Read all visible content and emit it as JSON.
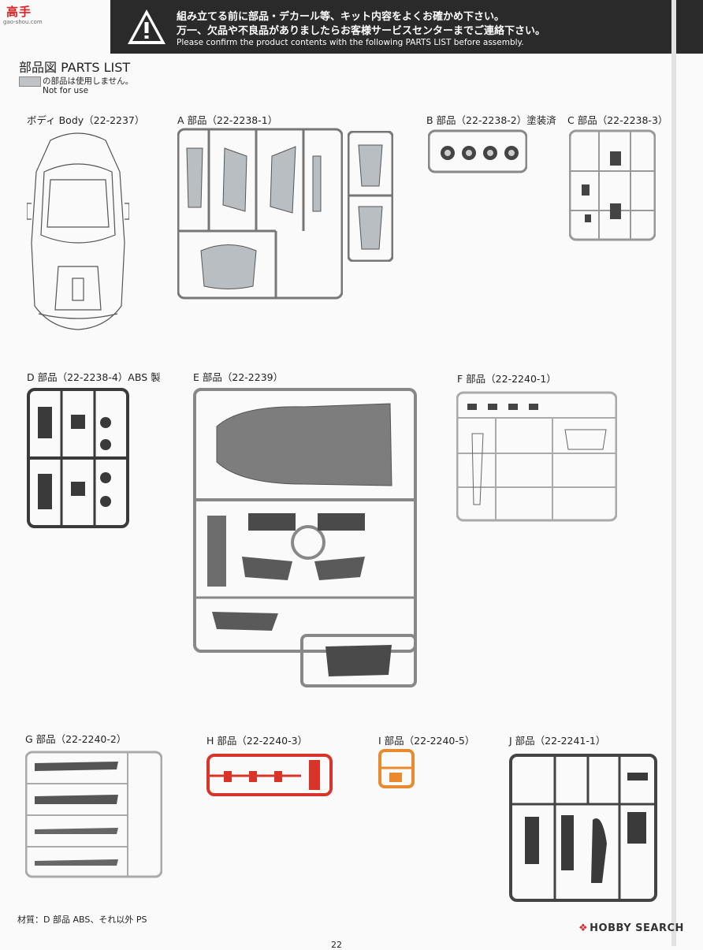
{
  "watermark": {
    "logo": "高手",
    "site": "gao-shou.com"
  },
  "header": {
    "line1": "組み立てる前に部品・デカール等、キット内容をよくお確かめ下さい。",
    "line2": "万一、欠品や不良品がありましたらお客様サービスセンターまでご連絡下さい。",
    "line3": "Please confirm the product contents with the following PARTS LIST before assembly.",
    "icon": "warning-triangle-icon"
  },
  "title": "部品図 PARTS LIST",
  "legend": {
    "jp": "の部品は使用しません。",
    "en": "Not for use"
  },
  "parts": {
    "body": "ボディ Body（22-2237）",
    "a": "A 部品（22-2238-1）",
    "b": "B 部品（22-2238-2）塗装済",
    "c": "C 部品（22-2238-3）",
    "d": "D 部品（22-2238-4）ABS 製",
    "e": "E 部品（22-2239）",
    "f": "F 部品（22-2240-1）",
    "g": "G 部品（22-2240-2）",
    "h": "H 部品（22-2240-3）",
    "i": "I 部品（22-2240-5）",
    "j": "J 部品（22-2241-1）"
  },
  "footer": {
    "material": "材質：D 部品 ABS、それ以外 PS",
    "page": "22",
    "brand": "HOBBY SEARCH"
  },
  "colors": {
    "header": "#2a2a2a",
    "unused": "#bfc3c6",
    "grey_sprue": "#888888",
    "dark_sprue": "#3a3a3a",
    "red_sprue": "#d9342a",
    "orange_sprue": "#e98a2e",
    "clear": "#9aa2a6"
  }
}
